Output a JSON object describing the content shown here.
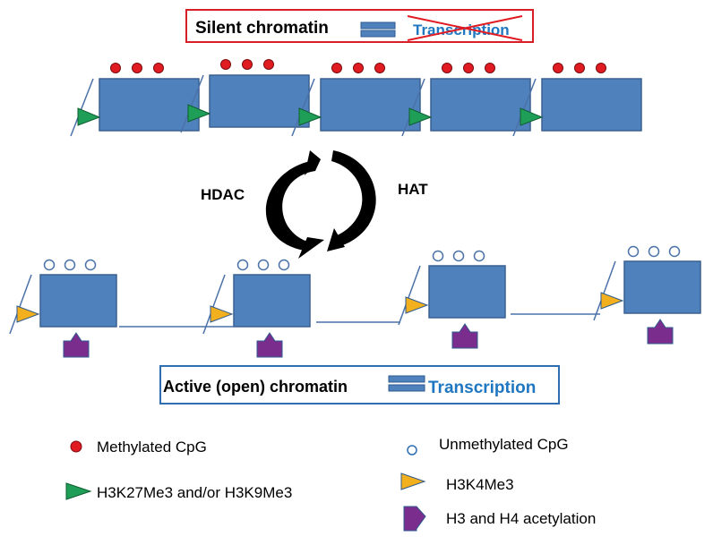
{
  "silent_box": {
    "label": "Silent chromatin",
    "transcription": "Transcription"
  },
  "active_box": {
    "label": "Active (open) chromatin",
    "transcription": "Transcription"
  },
  "cycle": {
    "left": "HDAC",
    "right": "HAT"
  },
  "legend": {
    "methylated": "Methylated CpG",
    "unmethylated": "Unmethylated CpG",
    "h3k27": "H3K27Me3 and/or H3K9Me3",
    "h3k4": "H3K4Me3",
    "acetylation": "H3 and H4 acetylation"
  },
  "colors": {
    "nucleosome": "#4f81bd",
    "nucleosome_border": "#3a6191",
    "dna": "#4a72a8",
    "methyl": "#e11b22",
    "green_mark": "#1f9e57",
    "yellow_mark": "#f2b01e",
    "acetyl": "#7b2d8e",
    "silent_border": "#d81e27",
    "active_border": "#2f6db1",
    "transcription_text": "#1f77c1"
  }
}
